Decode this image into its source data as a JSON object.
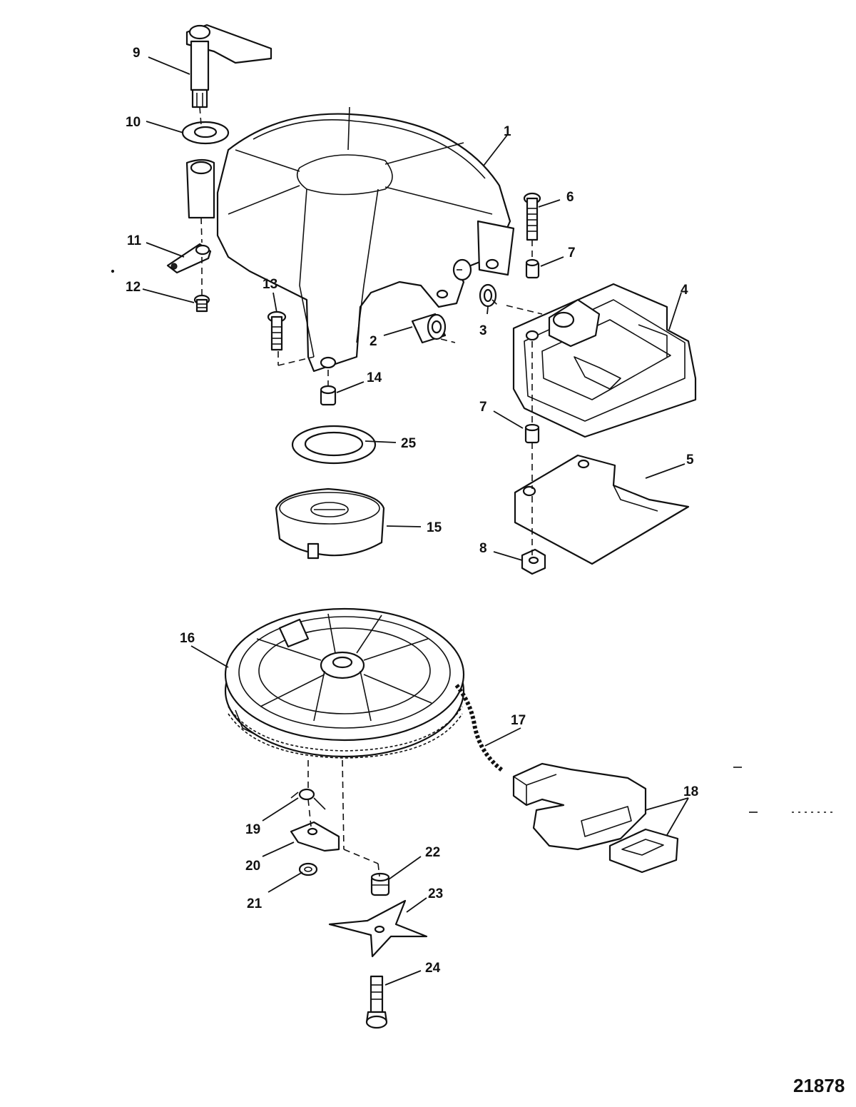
{
  "figure_id": "21878",
  "callouts": [
    {
      "id": "c1",
      "text": "1"
    },
    {
      "id": "c2",
      "text": "2"
    },
    {
      "id": "c3",
      "text": "3"
    },
    {
      "id": "c4",
      "text": "4"
    },
    {
      "id": "c5",
      "text": "5"
    },
    {
      "id": "c6",
      "text": "6"
    },
    {
      "id": "c7a",
      "text": "7"
    },
    {
      "id": "c7b",
      "text": "7"
    },
    {
      "id": "c8",
      "text": "8"
    },
    {
      "id": "c9",
      "text": "9"
    },
    {
      "id": "c10",
      "text": "10"
    },
    {
      "id": "c11",
      "text": "11"
    },
    {
      "id": "c12",
      "text": "12"
    },
    {
      "id": "c13",
      "text": "13"
    },
    {
      "id": "c14",
      "text": "14"
    },
    {
      "id": "c15",
      "text": "15"
    },
    {
      "id": "c16",
      "text": "16"
    },
    {
      "id": "c17",
      "text": "17"
    },
    {
      "id": "c18",
      "text": "18"
    },
    {
      "id": "c19",
      "text": "19"
    },
    {
      "id": "c20",
      "text": "20"
    },
    {
      "id": "c21",
      "text": "21"
    },
    {
      "id": "c22",
      "text": "22"
    },
    {
      "id": "c23",
      "text": "23"
    },
    {
      "id": "c24",
      "text": "24"
    },
    {
      "id": "c25",
      "text": "25"
    }
  ]
}
